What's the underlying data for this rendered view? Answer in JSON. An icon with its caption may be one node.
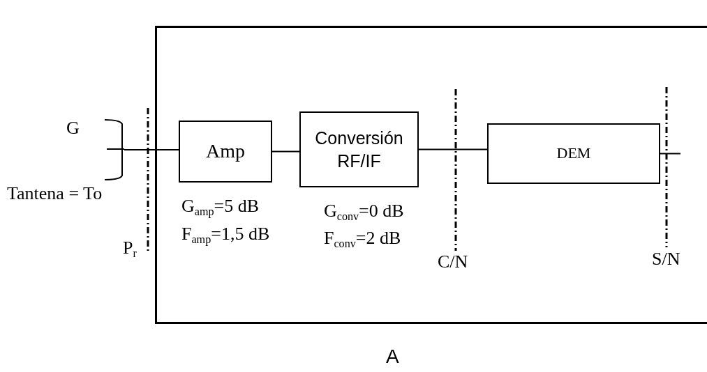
{
  "diagram": {
    "nodes": [
      {
        "text": [
          "A"
        ]
      },
      {
        "text": [],
        "shape": "picture",
        "beside": [
          "G",
          "Tantena = To"
        ]
      },
      {
        "text": [
          "Amp"
        ],
        "in": 0,
        "beside": [
          "G$_{amp}$=5 dB",
          "F$_{amp}$=1,5 dB"
        ]
      },
      {
        "text": [
          "Conversión RF/IF"
        ],
        "in": 0,
        "beside": [
          "G$_{conv}$=0 dB",
          "F$_{conv}$=2 dB"
        ]
      },
      {
        "text": [
          "DEM"
        ],
        "in": 0
      }
    ],
    "edges": [
      {
        "from": 1,
        "to": 2,
        "arrow": "none"
      },
      {
        "from": 2,
        "to": 3,
        "arrow": "none"
      },
      {
        "from": 3,
        "to": 4,
        "arrow": "none"
      },
      {
        "from": 4,
        "to": null,
        "arrow": "none"
      }
    ],
    "labels": [
      "P$_{r}$",
      "C/N",
      "S/N"
    ]
  }
}
